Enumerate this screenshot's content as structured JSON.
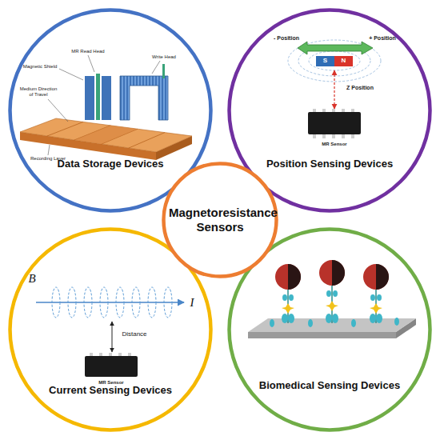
{
  "diagram": {
    "nodes": [
      {
        "text": [
          "Data Storage Devices"
        ]
      },
      {
        "text": [
          "Position Sensing Devices"
        ]
      },
      {
        "text": [
          "Magnetoresistance Sensors"
        ]
      },
      {
        "text": [
          "Current Sensing Devices"
        ]
      },
      {
        "text": [
          "Biomedical Sensing Devices"
        ]
      }
    ],
    "labels": [
      "MR Read Head",
      "Write Head",
      "Magnetic Shield",
      "Medium Direction of Travel",
      "Recording Layer",
      "- Position",
      "+ Position",
      "S",
      "N",
      "Z Position",
      "MR Sensor",
      "B",
      "I",
      "Distance",
      "MR Sensor"
    ]
  }
}
